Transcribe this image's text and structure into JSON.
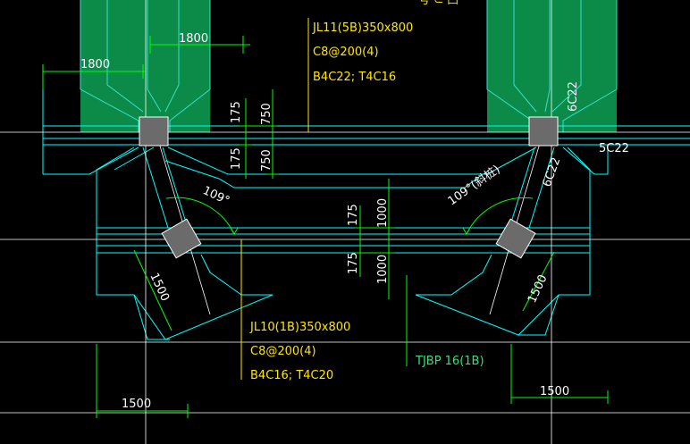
{
  "colors": {
    "background": "#000000",
    "outline": "#00ffff",
    "column_fill": "#0c8a47",
    "column_edge": "#34e0d0",
    "dimension": "#00ff00",
    "axis": "#ffffff",
    "annotation": "#ffe600",
    "annotation_green": "#39e07a",
    "pile_fill": "#6b6b6b"
  },
  "beam_top": {
    "mark": "JL11(5B)350x800",
    "stirrup": "C8@200(4)",
    "bars": "B4C22; T4C16"
  },
  "beam_bottom": {
    "mark": "JL10(1B)350x800",
    "stirrup": "C8@200(4)",
    "bars": "B4C16; T4C20"
  },
  "cap_label": "TJBP 16(1B)",
  "dimensions": {
    "top_width_a": "1800",
    "top_width_b": "1800",
    "upper_offset": "175",
    "upper_half": "750",
    "lower_offset": "175",
    "lower_half": "750",
    "mid_offset_a": "175",
    "mid_half_a": "1000",
    "mid_offset_b": "175",
    "mid_half_b": "1000",
    "diag_left": "1500",
    "diag_right": "1500",
    "bottom_left": "1500",
    "bottom_right": "1500"
  },
  "angles": {
    "left": "109°",
    "right": "109°(斜桩)"
  },
  "rebar": {
    "vert": "6C22",
    "diag": "6C22",
    "horiz": "5C22"
  },
  "top_text_fragment": "号 ⊂ 凹"
}
